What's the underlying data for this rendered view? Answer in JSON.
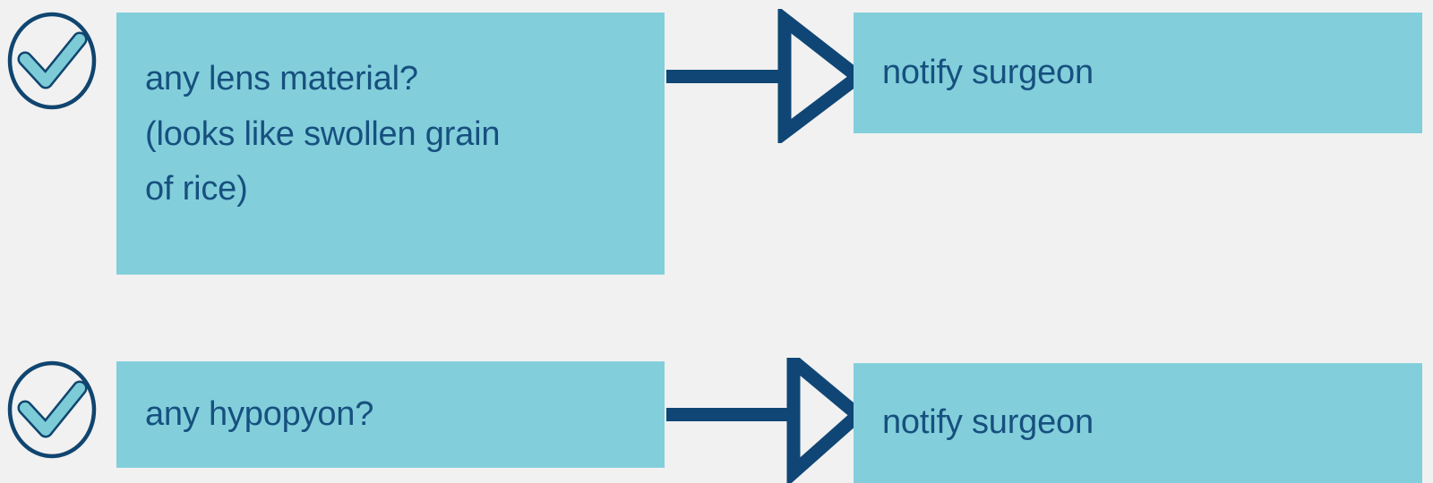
{
  "page": {
    "background_color": "#f1f1f1",
    "accent_navy": "#17507F",
    "arrow_navy": "#0F4675",
    "box_teal": "#82CFDB",
    "check_teal": "#7CCBD7"
  },
  "rows": [
    {
      "check_icon": "check-circle-icon",
      "question_label": "any lens material?\n(looks like swollen grain\nof rice)",
      "arrow_icon": "arrow-right-icon",
      "action_label": "notify surgeon"
    },
    {
      "check_icon": "check-circle-icon",
      "question_label": "any hypopyon?",
      "arrow_icon": "arrow-right-icon",
      "action_label": "notify surgeon"
    }
  ]
}
